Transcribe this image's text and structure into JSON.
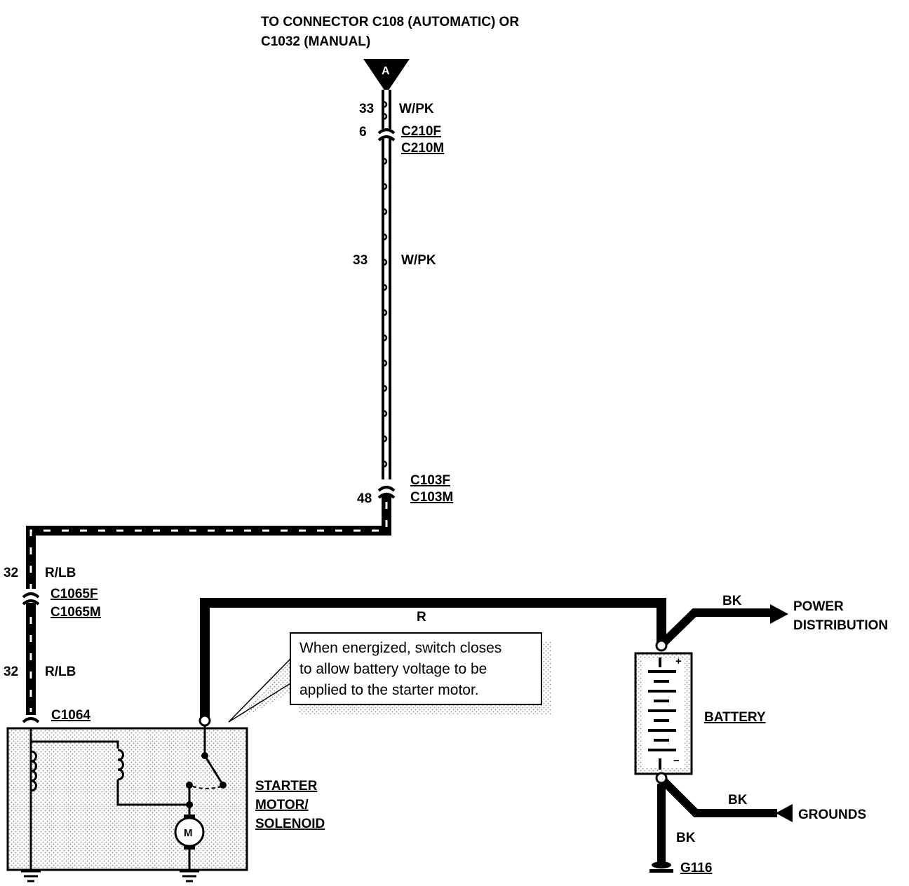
{
  "header": {
    "line1": "TO CONNECTOR C108 (AUTOMATIC) OR",
    "line2": "C1032 (MANUAL)",
    "connector_letter": "A"
  },
  "wires": {
    "w1_circuit": "33",
    "w1_color": "W/PK",
    "c210_pin": "6",
    "c210f": "C210F",
    "c210m": "C210M",
    "w2_circuit": "33",
    "w2_color": "W/PK",
    "c103_pin": "48",
    "c103f": "C103F",
    "c103m": "C103M",
    "w3_circuit": "32",
    "w3_color": "R/LB",
    "c1065f": "C1065F",
    "c1065m": "C1065M",
    "w4_circuit": "32",
    "w4_color": "R/LB",
    "c1064": "C1064",
    "r_color": "R",
    "bk_top": "BK",
    "bk_mid": "BK",
    "bk_bottom": "BK"
  },
  "components": {
    "starter_line1": "STARTER",
    "starter_line2": "MOTOR/",
    "starter_line3": "SOLENOID",
    "motor_letter": "M",
    "battery": "BATTERY",
    "battery_plus": "+",
    "battery_minus": "−",
    "power_line1": "POWER",
    "power_line2": "DISTRIBUTION",
    "grounds": "GROUNDS",
    "ground_id": "G116"
  },
  "note": {
    "line1": "When energized, switch closes",
    "line2": "to allow battery voltage to be",
    "line3": "applied to the starter motor."
  }
}
